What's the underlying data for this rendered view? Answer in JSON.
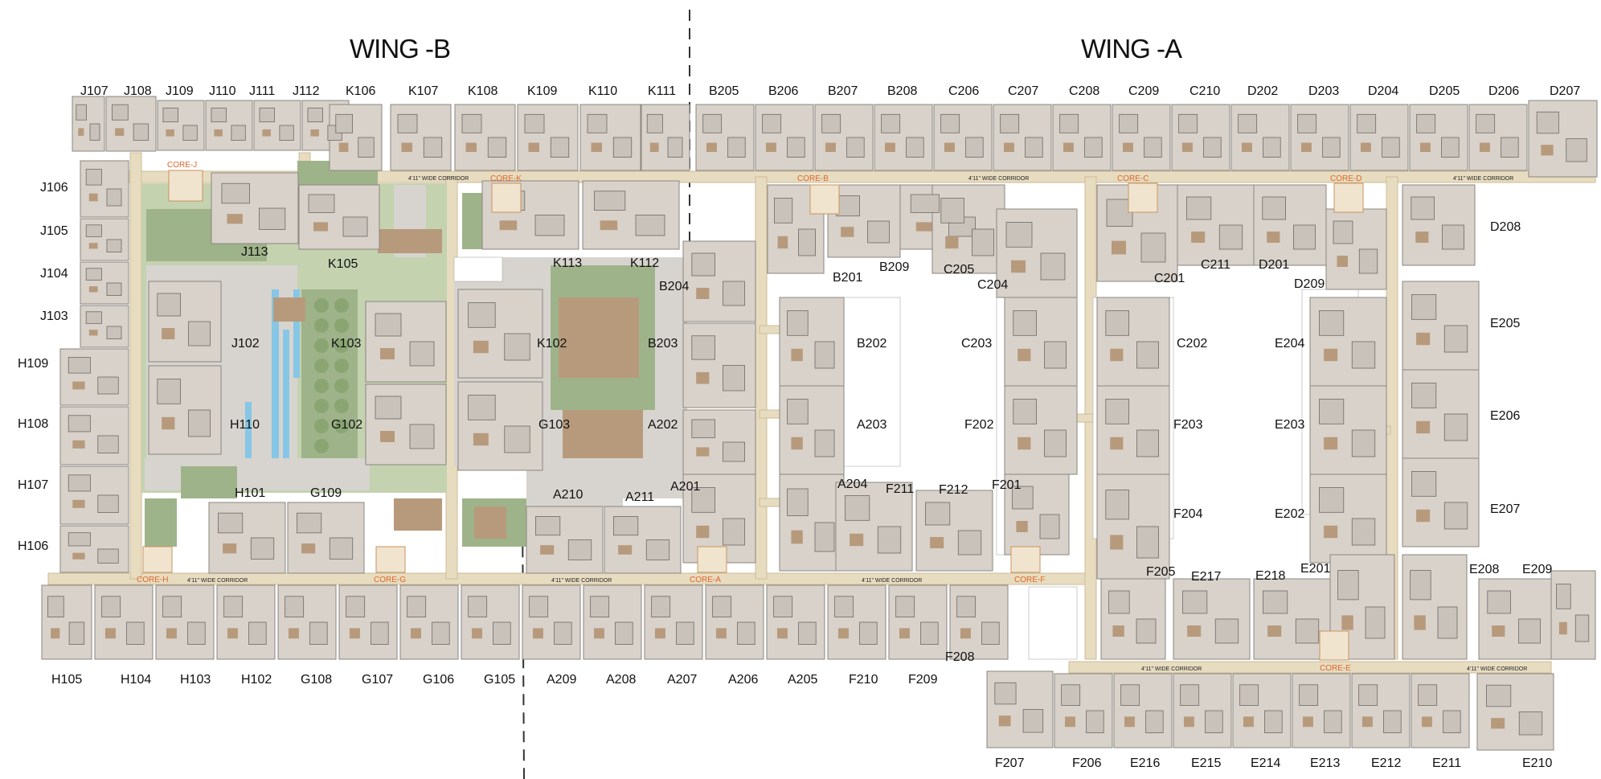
{
  "headings": {
    "wing_b": "WING -B",
    "wing_a": "WING -A"
  },
  "labels": {
    "J107": "J107",
    "J108": "J108",
    "J109": "J109",
    "J110": "J110",
    "J111": "J111",
    "J112": "J112",
    "K106": "K106",
    "K107": "K107",
    "K108": "K108",
    "K109": "K109",
    "K110": "K110",
    "K111": "K111",
    "B205": "B205",
    "B206": "B206",
    "B207": "B207",
    "B208": "B208",
    "C206": "C206",
    "C207": "C207",
    "C208": "C208",
    "C209": "C209",
    "C210": "C210",
    "D202": "D202",
    "D203": "D203",
    "D204": "D204",
    "D205": "D205",
    "D206": "D206",
    "D207": "D207",
    "J106": "J106",
    "J105": "J105",
    "J104": "J104",
    "J103": "J103",
    "H109": "H109",
    "H108": "H108",
    "H107": "H107",
    "H106": "H106",
    "J113": "J113",
    "K105": "K105",
    "K113": "K113",
    "K112": "K112",
    "B204": "B204",
    "J102": "J102",
    "K103": "K103",
    "K102": "K102",
    "B203": "B203",
    "H110": "H110",
    "G102": "G102",
    "G103": "G103",
    "A202": "A202",
    "H101": "H101",
    "G109": "G109",
    "A210": "A210",
    "A211": "A211",
    "A201": "A201",
    "B201": "B201",
    "B209": "B209",
    "C205": "C205",
    "C204": "C204",
    "C201": "C201",
    "C211": "C211",
    "D201": "D201",
    "D209": "D209",
    "D208": "D208",
    "B202": "B202",
    "C203": "C203",
    "C202": "C202",
    "E204": "E204",
    "E205": "E205",
    "A203": "A203",
    "F202": "F202",
    "F203": "F203",
    "E203": "E203",
    "E206": "E206",
    "A204": "A204",
    "F211": "F211",
    "F212": "F212",
    "F201": "F201",
    "F204": "F204",
    "E202": "E202",
    "E207": "E207",
    "F205": "F205",
    "E217": "E217",
    "E218": "E218",
    "E201": "E201",
    "E208": "E208",
    "E209": "E209",
    "H105": "H105",
    "H104": "H104",
    "H103": "H103",
    "H102": "H102",
    "G108": "G108",
    "G107": "G107",
    "G106": "G106",
    "G105": "G105",
    "A209": "A209",
    "A208": "A208",
    "A207": "A207",
    "A206": "A206",
    "A205": "A205",
    "F210": "F210",
    "F209": "F209",
    "F208": "F208",
    "F207": "F207",
    "F206": "F206",
    "E216": "E216",
    "E215": "E215",
    "E214": "E214",
    "E213": "E213",
    "E212": "E212",
    "E211": "E211",
    "E210": "E210"
  },
  "cores": {
    "core_j": "CORE-J",
    "core_k": "CORE-K",
    "core_b": "CORE-B",
    "core_c": "CORE-C",
    "core_d": "CORE-D",
    "core_h": "CORE-H",
    "core_g": "CORE-G",
    "core_a": "CORE-A",
    "core_f": "CORE-F",
    "core_e": "CORE-E"
  },
  "corridor_label": "4'11\" WIDE CORRIDOR",
  "colors": {
    "core_label": "#e0662a",
    "corridor": "#e8dcc0",
    "unit": "#d9d2cb",
    "landscape": "#9fb38a"
  }
}
